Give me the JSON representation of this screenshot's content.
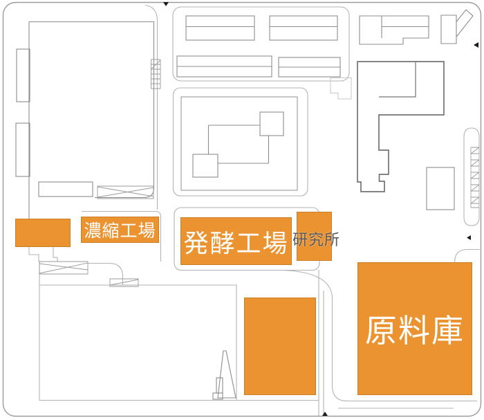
{
  "site_map": {
    "highlighted_buildings": [
      {
        "id": "west-storage",
        "label": ""
      },
      {
        "id": "noshuku-kojo",
        "label": "濃縮工場"
      },
      {
        "id": "hakko-kojo",
        "label": "発酵工場"
      },
      {
        "id": "kenkyujo",
        "label": "研究所"
      },
      {
        "id": "south-plant",
        "label": ""
      },
      {
        "id": "genryoko",
        "label": "原料庫"
      }
    ],
    "colors": {
      "highlight_orange": "#EA9330",
      "highlight_border": "#CC7E25",
      "label_on_orange": "#FFFFFF",
      "kenkyujo_label_gray": "#595959",
      "road_line_gray": "#ADADAD",
      "building_outline_gray": "#8C8C8C",
      "dark_building_outline": "#737373",
      "marker_black": "#1A1A1A",
      "background": "#FFFFFF"
    },
    "markers": [
      {
        "id": "north-entrance-marker",
        "direction": "down"
      },
      {
        "id": "northeast-entrance-marker",
        "direction": "left"
      },
      {
        "id": "east-entrance-marker",
        "direction": "left"
      },
      {
        "id": "south-entrance-marker",
        "direction": "up"
      }
    ]
  }
}
